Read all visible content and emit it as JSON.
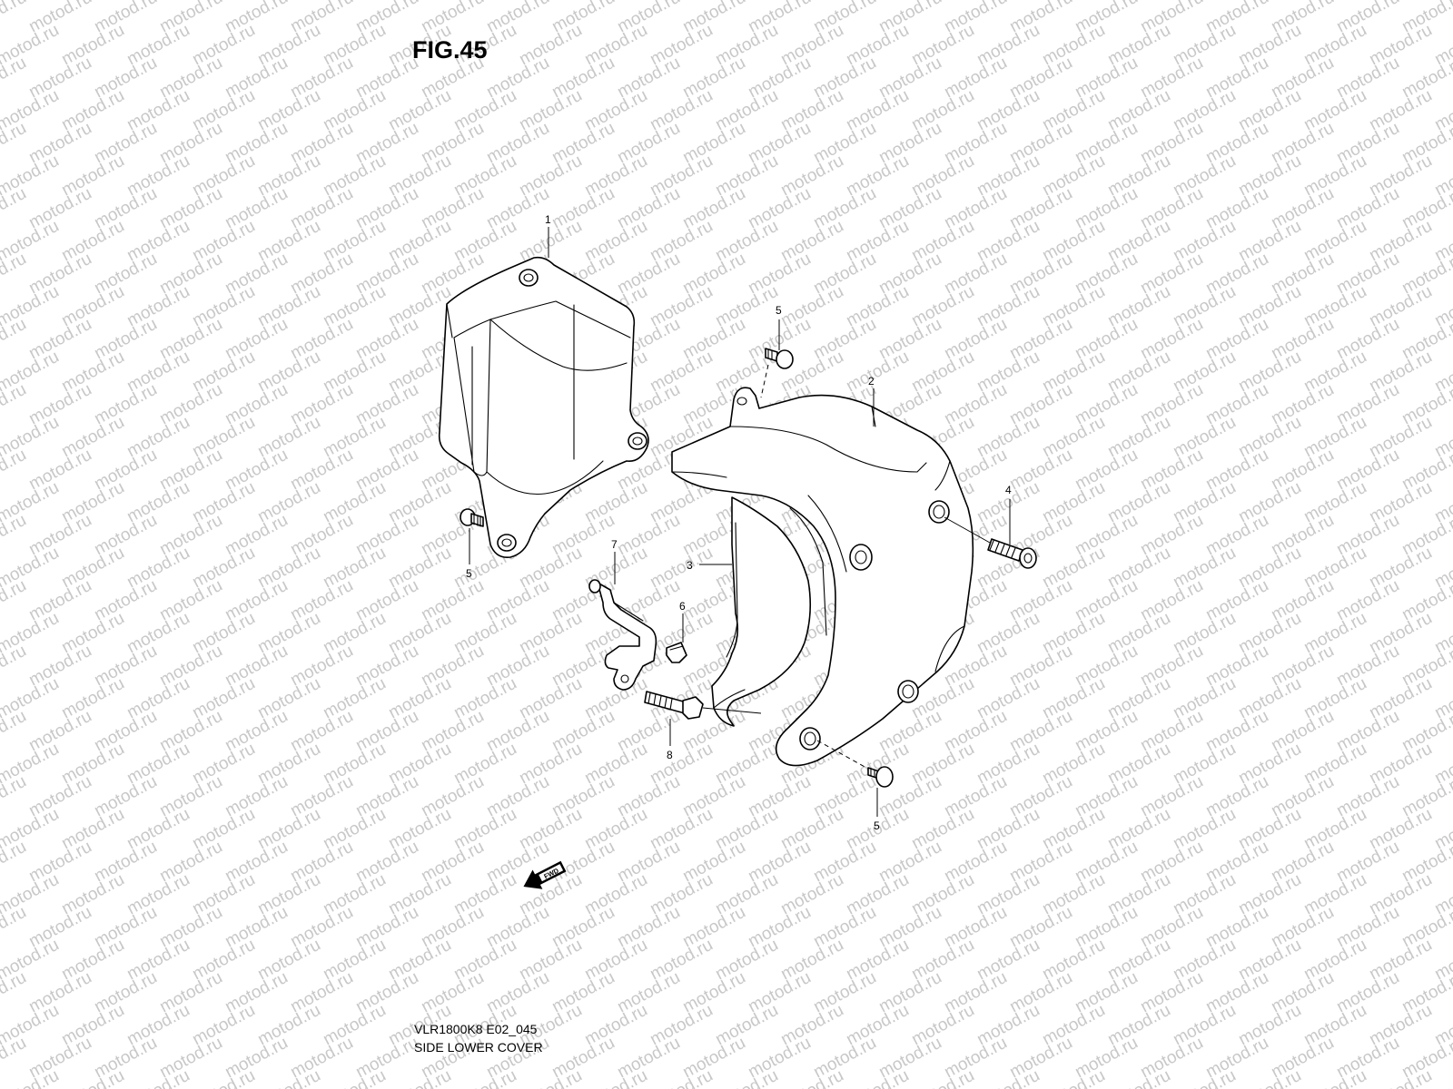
{
  "figure": {
    "title": "FIG.45"
  },
  "watermark": {
    "text": "motod.ru",
    "color": "#c8c8c8"
  },
  "callouts": [
    {
      "id": "part-1",
      "label": "1"
    },
    {
      "id": "part-2",
      "label": "2"
    },
    {
      "id": "part-3",
      "label": "3"
    },
    {
      "id": "part-4",
      "label": "4"
    },
    {
      "id": "part-5a",
      "label": "5"
    },
    {
      "id": "part-5b",
      "label": "5"
    },
    {
      "id": "part-5c",
      "label": "5"
    },
    {
      "id": "part-6",
      "label": "6"
    },
    {
      "id": "part-7",
      "label": "7"
    },
    {
      "id": "part-8",
      "label": "8"
    }
  ],
  "fwd_arrow": {
    "label": "FWD"
  },
  "footer": {
    "model_code": "VLR1800K8 E02_045",
    "description": "SIDE LOWER COVER"
  }
}
